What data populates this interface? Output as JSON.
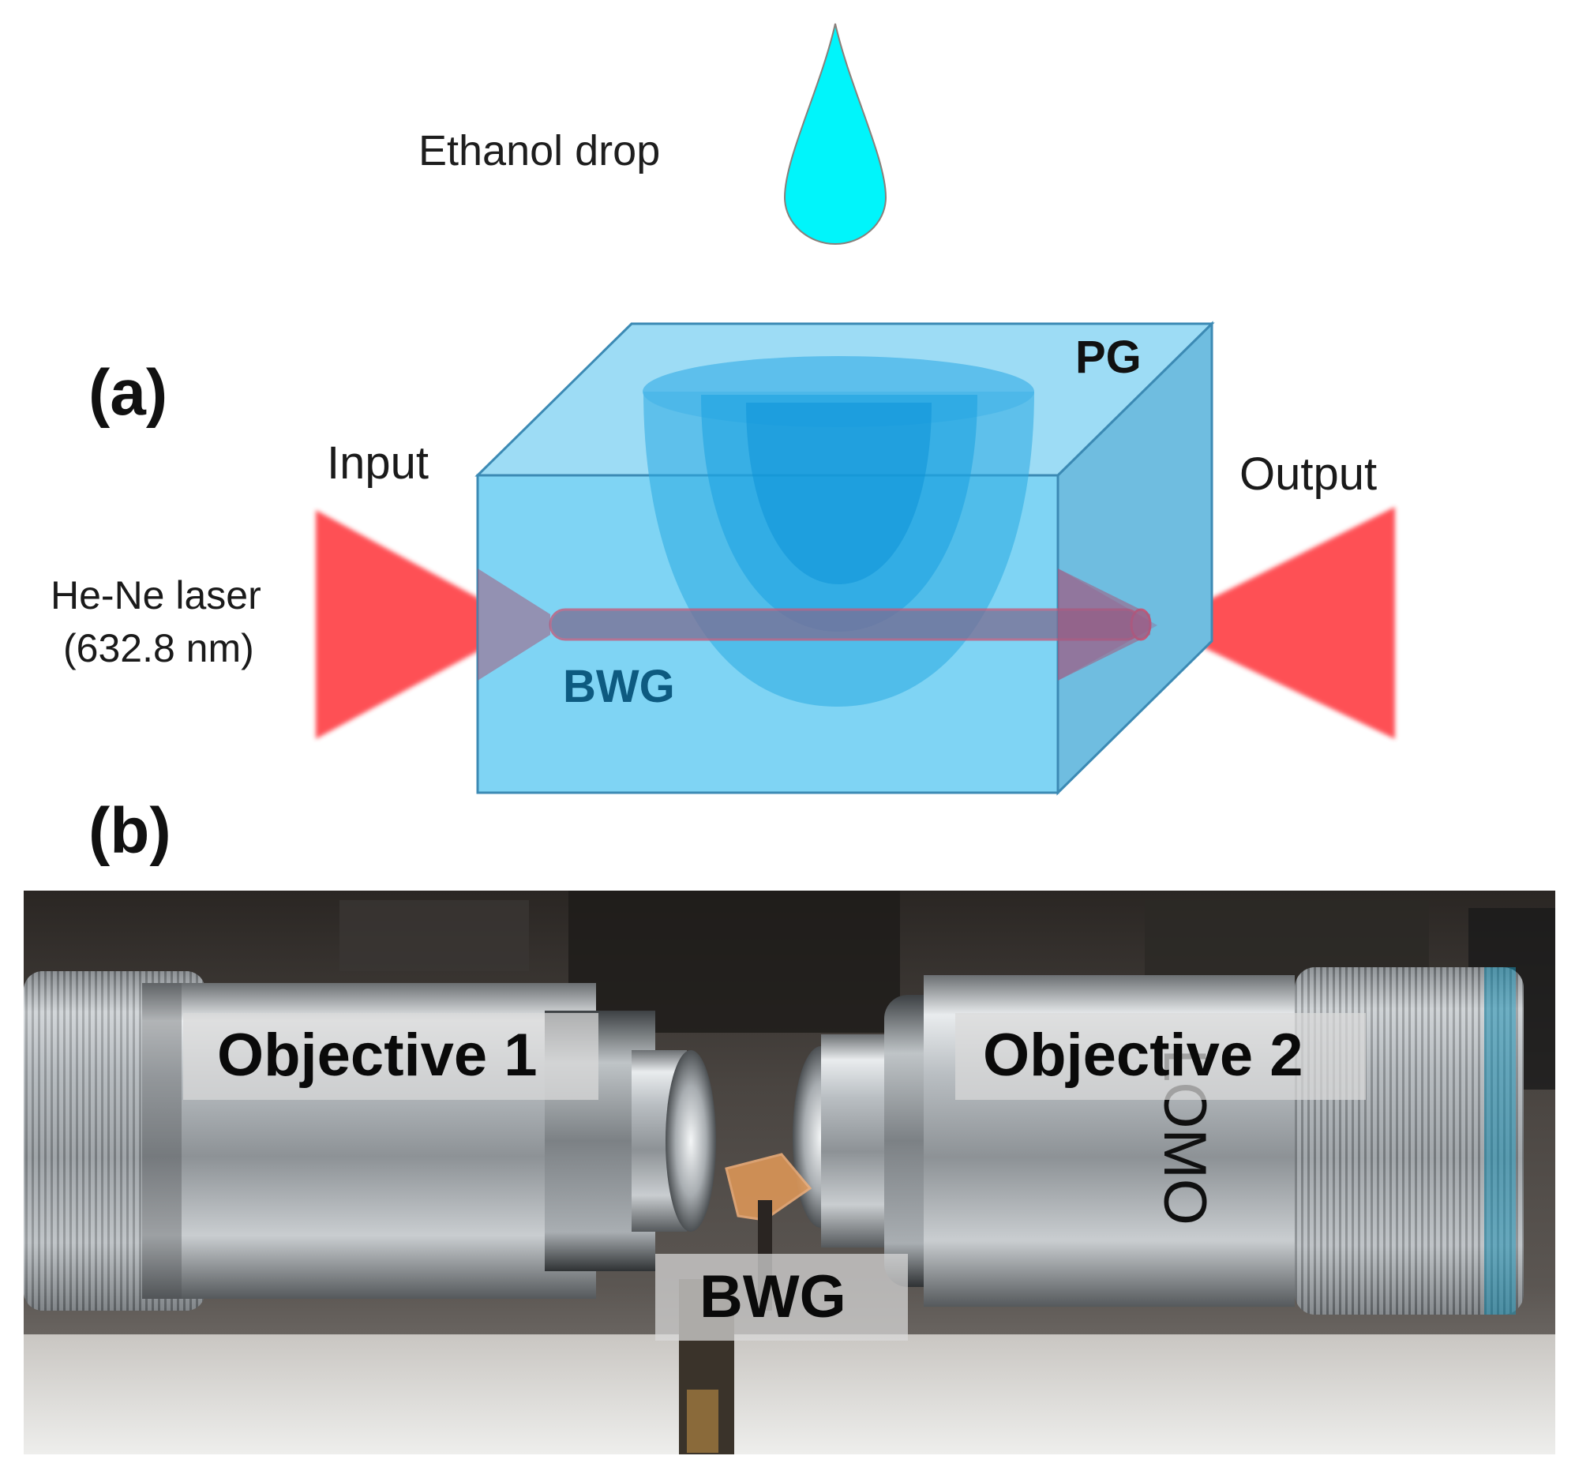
{
  "panel_a": {
    "label": "(a)",
    "drop_label": "Ethanol drop",
    "block_label": "PG",
    "input_label": "Input",
    "output_label": "Output",
    "laser_line1": "He-Ne laser",
    "laser_line2": "(632.8 nm)",
    "waveguide_label": "BWG"
  },
  "panel_b": {
    "label": "(b)",
    "objective_left": "Objective 1",
    "objective_right": "Objective 2",
    "waveguide_label": "BWG",
    "barrel_text": "LOMO"
  },
  "colors": {
    "drop": "#00f5fb",
    "block_front": "#7fd4f4",
    "block_top": "#9ddcf5",
    "block_side": "#6fbde0",
    "laser": "#fe4a4f",
    "waveguide_text": "#0d5a80",
    "droplet_inner": "#1aa8e6"
  }
}
